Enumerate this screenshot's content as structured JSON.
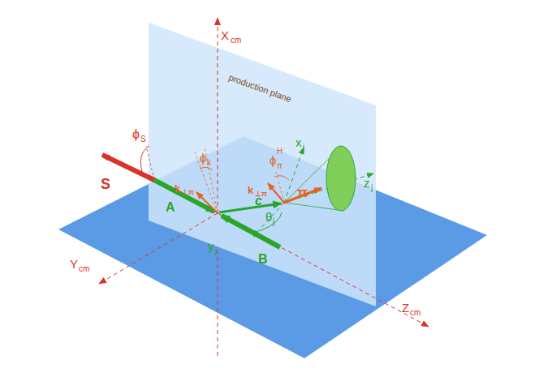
{
  "diagram": {
    "labels": [
      "X",
      "cm",
      "Y",
      "cm",
      "Z",
      "cm",
      "x",
      "j",
      "y",
      "j",
      "z",
      "j",
      "θ",
      "j",
      "ϕ",
      "S",
      "ϕ",
      "k",
      "ϕ",
      "π",
      "H",
      "k",
      "⊥π",
      "k",
      "⊥π",
      "A",
      "B",
      "c",
      "S",
      "π",
      "production plane"
    ]
  }
}
